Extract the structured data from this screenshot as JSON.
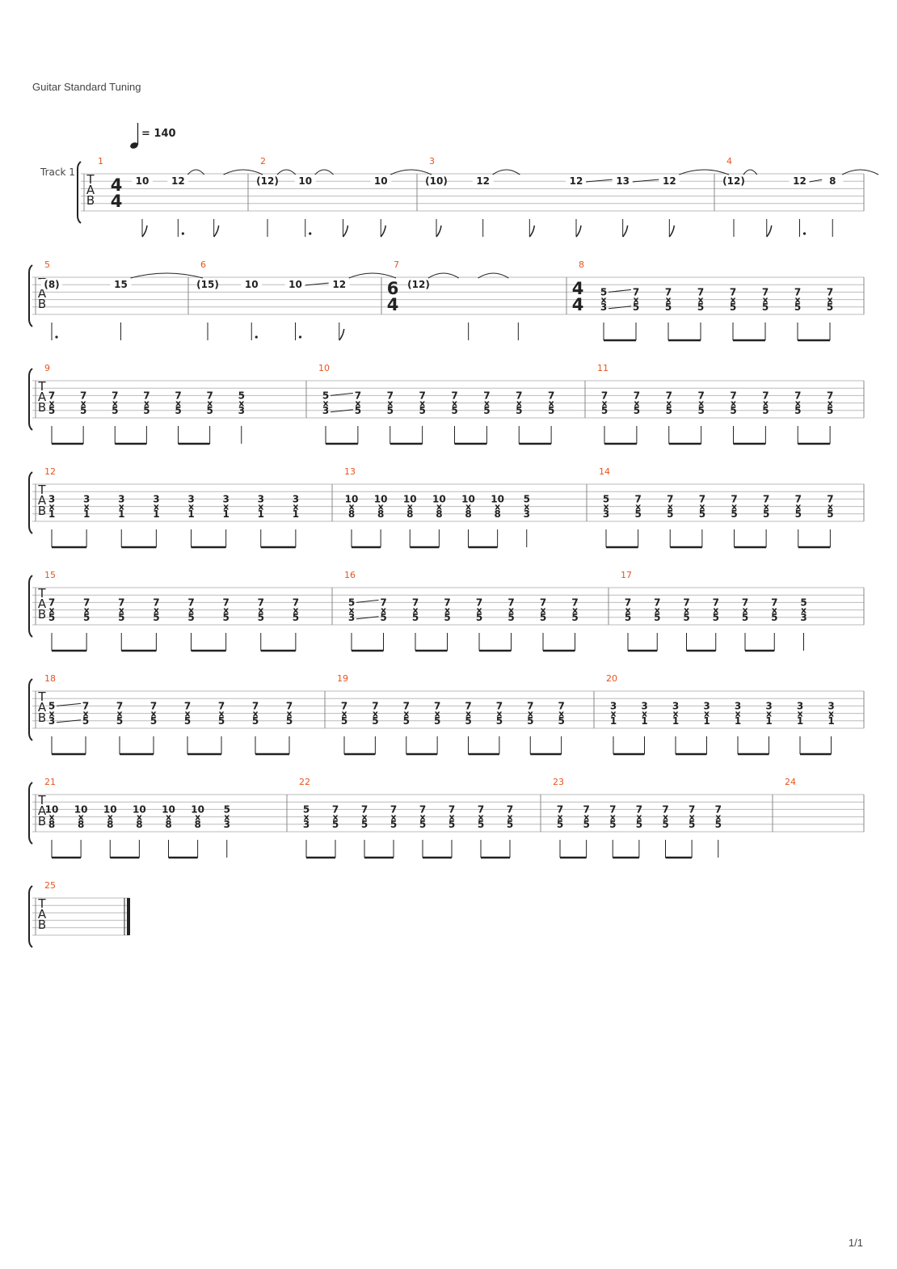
{
  "header": {
    "tuning": "Guitar Standard Tuning"
  },
  "tempo": {
    "value": "= 140"
  },
  "track_label": "Track 1",
  "clef": [
    "T",
    "A",
    "B"
  ],
  "page": "1/1",
  "systems": [
    {
      "measures": [
        {
          "n": "1",
          "ts": [
            "4",
            "4"
          ],
          "events": [
            {
              "notes": [
                {
                  "s": 1,
                  "f": "10"
                }
              ],
              "dur": "8"
            },
            {
              "notes": [
                {
                  "s": 1,
                  "f": "12",
                  "tie": true
                }
              ],
              "dur": "4d"
            },
            {
              "notes": [
                {
                  "s": 1,
                  "f": "",
                  "tie": true
                }
              ],
              "dur": "8"
            }
          ]
        },
        {
          "n": "2",
          "events": [
            {
              "notes": [
                {
                  "s": 1,
                  "f": "(12)",
                  "tie": true
                }
              ],
              "dur": "4"
            },
            {
              "notes": [
                {
                  "s": 1,
                  "f": "10",
                  "tie": true
                }
              ],
              "dur": "8d"
            },
            {
              "notes": [
                {
                  "s": 1,
                  "f": "",
                  "tie": false
                }
              ],
              "dur": "16"
            },
            {
              "notes": [
                {
                  "s": 1,
                  "f": "10",
                  "tie": true
                }
              ],
              "dur": "16"
            }
          ]
        },
        {
          "n": "3",
          "events": [
            {
              "notes": [
                {
                  "s": 1,
                  "f": "(10)"
                }
              ],
              "dur": "16"
            },
            {
              "notes": [
                {
                  "s": 1,
                  "f": "12",
                  "tie": true
                }
              ],
              "dur": "4"
            },
            {
              "notes": [
                {
                  "s": 1,
                  "f": ""
                }
              ],
              "dur": "16"
            },
            {
              "notes": [
                {
                  "s": 1,
                  "f": "12",
                  "slide": true
                }
              ],
              "dur": "8"
            },
            {
              "notes": [
                {
                  "s": 1,
                  "f": "13",
                  "slide": true
                }
              ],
              "dur": "8"
            },
            {
              "notes": [
                {
                  "s": 1,
                  "f": "12",
                  "tie": true
                }
              ],
              "dur": "8"
            }
          ]
        },
        {
          "n": "4",
          "events": [
            {
              "notes": [
                {
                  "s": 1,
                  "f": "(12)",
                  "tie": true
                }
              ],
              "dur": "4"
            },
            {
              "notes": [
                {
                  "s": 1,
                  "f": ""
                }
              ],
              "dur": "16"
            },
            {
              "notes": [
                {
                  "s": 1,
                  "f": "12",
                  "slide": true
                }
              ],
              "dur": "8d"
            },
            {
              "notes": [
                {
                  "s": 1,
                  "f": "8",
                  "tie": true
                }
              ],
              "dur": "4"
            }
          ]
        }
      ]
    },
    {
      "measures": [
        {
          "n": "5",
          "events": [
            {
              "notes": [
                {
                  "s": 1,
                  "f": "(8)"
                }
              ],
              "dur": "4d"
            },
            {
              "notes": [
                {
                  "s": 1,
                  "f": "15",
                  "tie": true
                }
              ],
              "dur": "4"
            }
          ]
        },
        {
          "n": "6",
          "events": [
            {
              "notes": [
                {
                  "s": 1,
                  "f": "(15)"
                }
              ],
              "dur": "4"
            },
            {
              "notes": [
                {
                  "s": 1,
                  "f": "10"
                }
              ],
              "dur": "8d"
            },
            {
              "notes": [
                {
                  "s": 1,
                  "f": "10",
                  "slide": true
                }
              ],
              "dur": "8d"
            },
            {
              "notes": [
                {
                  "s": 1,
                  "f": "12",
                  "tie": true
                }
              ],
              "dur": "8"
            }
          ]
        },
        {
          "n": "7",
          "ts": [
            "6",
            "4"
          ],
          "events": [
            {
              "notes": [
                {
                  "s": 1,
                  "f": "(12)",
                  "tie": true
                }
              ],
              "dur": "none"
            },
            {
              "notes": [
                {
                  "s": 1,
                  "f": "",
                  "tie": true
                }
              ],
              "dur": "4"
            },
            {
              "notes": [
                {
                  "s": 1,
                  "f": ""
                }
              ],
              "dur": "4"
            }
          ]
        },
        {
          "n": "8",
          "ts": [
            "4",
            "4"
          ],
          "chords": [
            "5x3s",
            "7x5",
            "7x5",
            "7x5",
            "7x5",
            "7x5",
            "7x5",
            "7x5"
          ]
        }
      ]
    },
    {
      "measures": [
        {
          "n": "9",
          "chords": [
            "7x5",
            "7x5",
            "7x5",
            "7x5",
            "7x5",
            "7x5",
            "5x3"
          ],
          "lastQuarter": true
        },
        {
          "n": "10",
          "chords": [
            "5x3s",
            "7x5",
            "7x5",
            "7x5",
            "7x5",
            "7x5",
            "7x5",
            "7x5"
          ]
        },
        {
          "n": "11",
          "chords": [
            "7x5",
            "7x5",
            "7x5",
            "7x5",
            "7x5",
            "7x5",
            "7x5",
            "7x5"
          ]
        }
      ]
    },
    {
      "measures": [
        {
          "n": "12",
          "chords": [
            "3x1",
            "3x1",
            "3x1",
            "3x1",
            "3x1",
            "3x1",
            "3x1",
            "3x1"
          ]
        },
        {
          "n": "13",
          "chords": [
            "10x8",
            "10x8",
            "10x8",
            "10x8",
            "10x8",
            "10x8",
            "5x3"
          ],
          "lastQuarter": true
        },
        {
          "n": "14",
          "chords": [
            "5x3",
            "7x5",
            "7x5",
            "7x5",
            "7x5",
            "7x5",
            "7x5",
            "7x5"
          ]
        }
      ]
    },
    {
      "measures": [
        {
          "n": "15",
          "chords": [
            "7x5",
            "7x5",
            "7x5",
            "7x5",
            "7x5",
            "7x5",
            "7x5",
            "7x5"
          ]
        },
        {
          "n": "16",
          "chords": [
            "5x3s",
            "7x5",
            "7x5",
            "7x5",
            "7x5",
            "7x5",
            "7x5",
            "7x5"
          ]
        },
        {
          "n": "17",
          "chords": [
            "7x5",
            "7x5",
            "7x5",
            "7x5",
            "7x5",
            "7x5",
            "5x3"
          ],
          "lastQuarter": true
        }
      ]
    },
    {
      "measures": [
        {
          "n": "18",
          "chords": [
            "5x3s",
            "7x5",
            "7x5",
            "7x5",
            "7x5",
            "7x5",
            "7x5",
            "7x5"
          ]
        },
        {
          "n": "19",
          "chords": [
            "7x5",
            "7x5",
            "7x5",
            "7x5",
            "7x5",
            "7x5",
            "7x5",
            "7x5"
          ]
        },
        {
          "n": "20",
          "chords": [
            "3x1",
            "3x1",
            "3x1",
            "3x1",
            "3x1",
            "3x1",
            "3x1",
            "3x1"
          ]
        }
      ]
    },
    {
      "measures": [
        {
          "n": "21",
          "chords": [
            "10x8",
            "10x8",
            "10x8",
            "10x8",
            "10x8",
            "10x8",
            "5x3"
          ],
          "lastQuarter": true
        },
        {
          "n": "22",
          "chords": [
            "5x3",
            "7x5",
            "7x5",
            "7x5",
            "7x5",
            "7x5",
            "7x5",
            "7x5"
          ]
        },
        {
          "n": "23",
          "chords": [
            "7x5",
            "7x5",
            "7x5",
            "7x5",
            "7x5",
            "7x5",
            "7x5"
          ],
          "lastQuarter": true
        },
        {
          "n": "24",
          "chords": []
        }
      ]
    },
    {
      "measures": [
        {
          "n": "25",
          "chords": [],
          "final": true
        }
      ]
    }
  ]
}
